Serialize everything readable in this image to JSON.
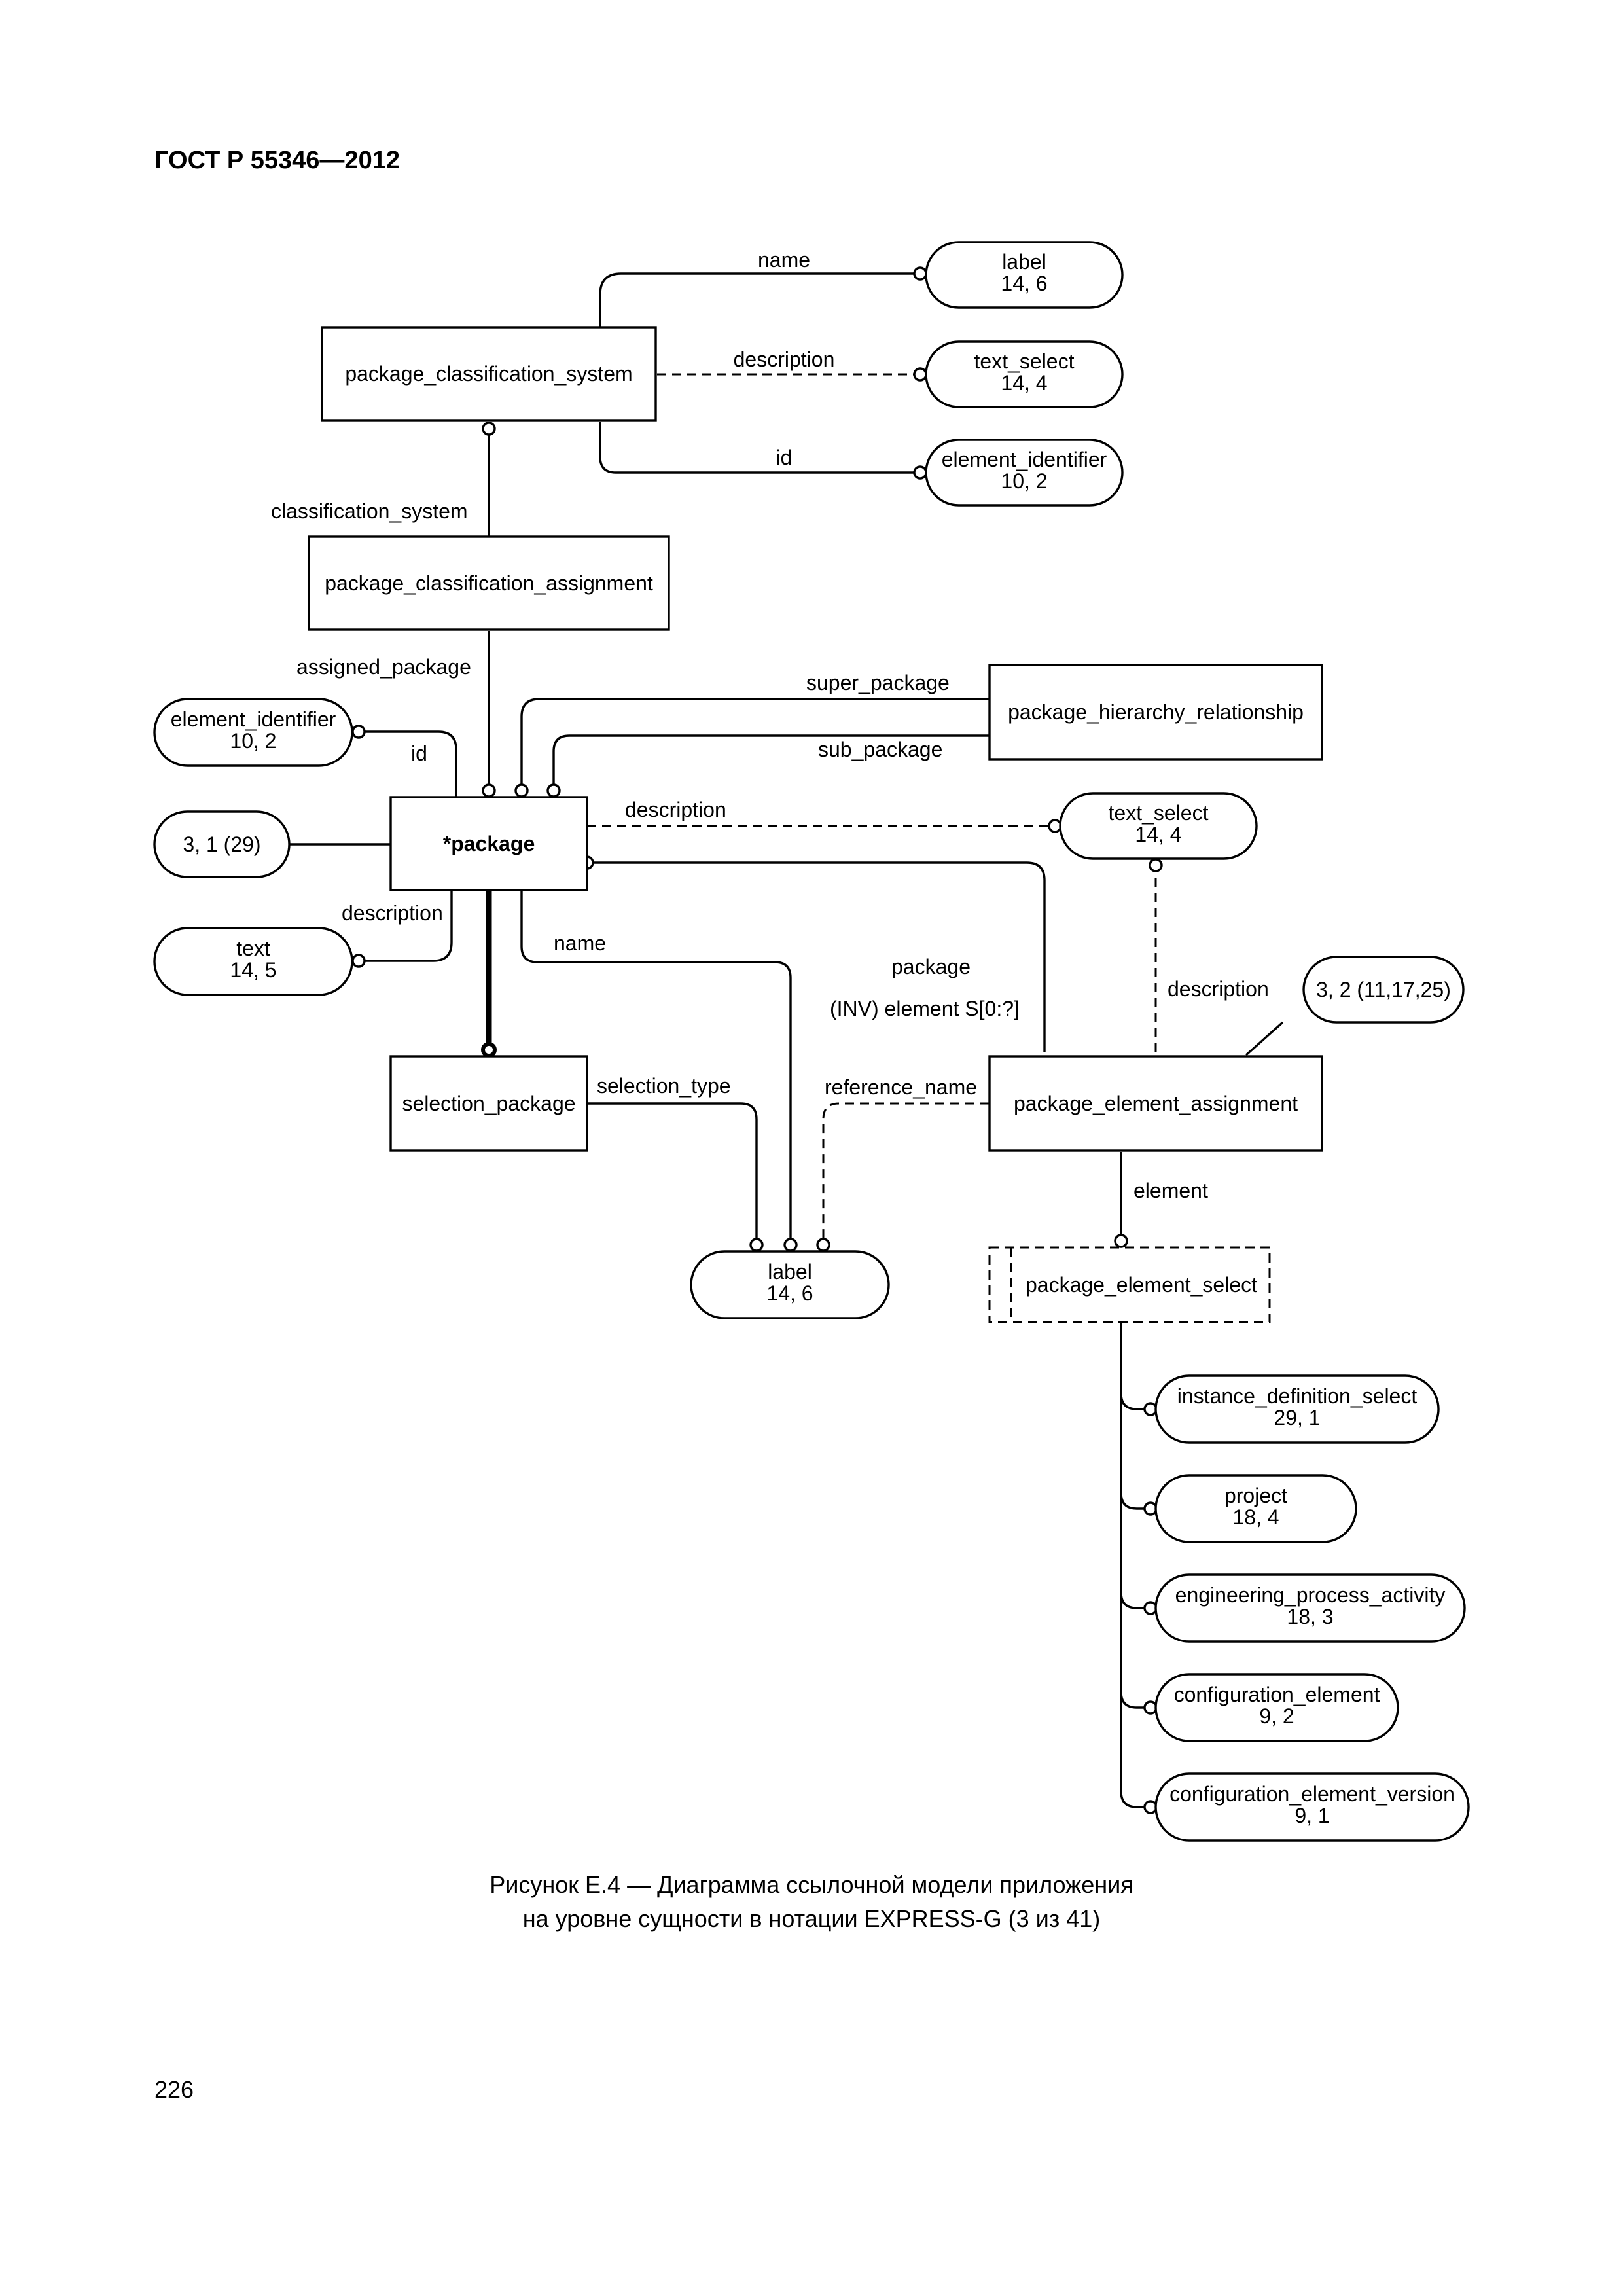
{
  "header": {
    "standard": "ГОСТ Р 55346—2012"
  },
  "entities": {
    "package_classification_system": "package_classification_system",
    "package_classification_assignment": "package_classification_assignment",
    "package_hierarchy_relationship": "package_hierarchy_relationship",
    "package": "*package",
    "selection_package": "selection_package",
    "package_element_assignment": "package_element_assignment",
    "package_element_select": "package_element_select"
  },
  "references": {
    "label_top": {
      "name": "label",
      "ref": "14, 6"
    },
    "text_select_top": {
      "name": "text_select",
      "ref": "14, 4"
    },
    "element_identifier_top": {
      "name": "element_identifier",
      "ref": "10, 2"
    },
    "element_identifier_left": {
      "name": "element_identifier",
      "ref": "10, 2"
    },
    "page_ref_3_1": {
      "name": "3, 1 (29)"
    },
    "text_left": {
      "name": "text",
      "ref": "14, 5"
    },
    "text_select_mid": {
      "name": "text_select",
      "ref": "14, 4"
    },
    "page_ref_3_2": {
      "name": "3, 2 (11,17,25)"
    },
    "label_bottom": {
      "name": "label",
      "ref": "14, 6"
    },
    "instance_definition_select": {
      "name": "instance_definition_select",
      "ref": "29, 1"
    },
    "project": {
      "name": "project",
      "ref": "18, 4"
    },
    "engineering_process_activity": {
      "name": "engineering_process_activity",
      "ref": "18, 3"
    },
    "configuration_element": {
      "name": "configuration_element",
      "ref": "9, 2"
    },
    "configuration_element_version": {
      "name": "configuration_element_version",
      "ref": "9, 1"
    }
  },
  "attributes": {
    "name_top": "name",
    "description_top": "description",
    "id_top": "id",
    "classification_system": "classification_system",
    "assigned_package": "assigned_package",
    "super_package": "super_package",
    "sub_package": "sub_package",
    "id_left": "id",
    "description_pkg": "description",
    "description_left": "description",
    "name_pkg": "name",
    "package_inv": "package",
    "inv_element": "(INV) element S[0:?]",
    "description_pea": "description",
    "selection_type": "selection_type",
    "reference_name": "reference_name",
    "element": "element"
  },
  "caption": {
    "line1": "Рисунок Е.4 — Диаграмма ссылочной модели приложения",
    "line2": "на уровне сущности в нотации EXPRESS-G (3 из 41)"
  },
  "page": {
    "number": "226"
  }
}
